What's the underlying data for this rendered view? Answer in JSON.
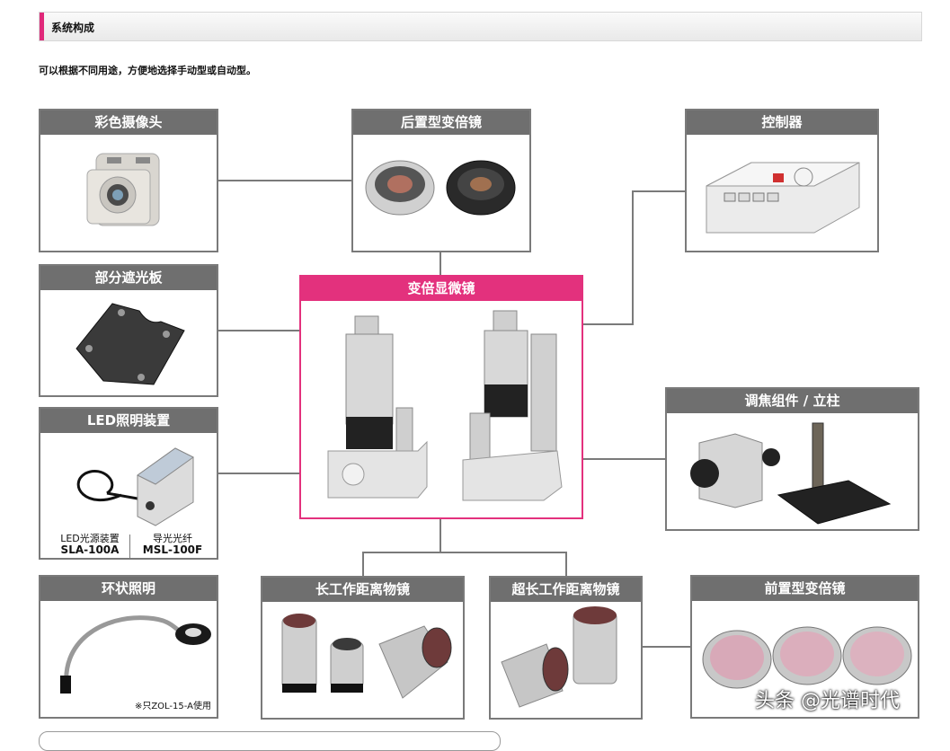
{
  "section": {
    "title": "系统构成"
  },
  "intro": "可以根据不同用途，方便地选择手动型或自动型。",
  "boxes": {
    "camera": "彩色摄像头",
    "rear_extender": "后置型变倍镜",
    "controller": "控制器",
    "shade": "部分遮光板",
    "microscope": "变倍显微镜",
    "led": "LED照明装置",
    "focus": "调焦组件 / 立柱",
    "ring": "环状照明",
    "long_obj": "长工作距离物镜",
    "ultra_obj": "超长工作距离物镜",
    "front_extender": "前置型变倍镜"
  },
  "led_caption": {
    "left_label": "LED光源装置",
    "left_model": "SLA-100A",
    "right_label": "导光光纤",
    "right_model": "MSL-100F"
  },
  "ring_note": "※只ZOL-15-A使用",
  "watermark": "头条 @光谱时代",
  "colors": {
    "accent": "#e3317d",
    "header_gray": "#6f6f6f"
  }
}
